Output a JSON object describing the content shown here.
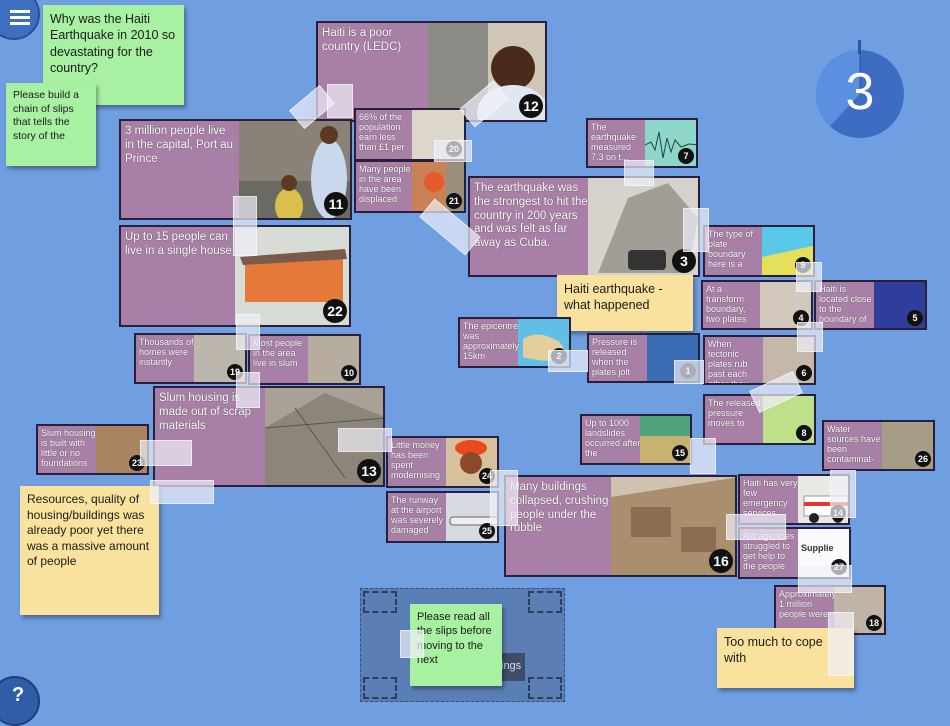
{
  "menu_icon": "hamburger-menu-icon",
  "help_icon": "question-mark-icon",
  "timer": {
    "value": "3",
    "progress_fraction": 0.38
  },
  "notes": {
    "question": "Why was the Haiti Earthquake in 2010 so devastating for the country?",
    "instructions": "Please build a chain of slips that tells the story of the",
    "what_happened": "Haiti earthquake - what happened",
    "resources": "Resources, quality of housing/buildings was already poor yet there was a massive amount of people",
    "too_much": "Too much to cope with",
    "read_all": "Please read all the slips before moving to the next"
  },
  "tray": {
    "label": "ings"
  },
  "slips": {
    "s12": {
      "text": "Haiti is a poor country (LEDC)",
      "num": "12"
    },
    "s11": {
      "text": "3 million people live in the capital, Port au Prince",
      "num": "11"
    },
    "s20": {
      "text": "66% of the population earn less than £1 per",
      "num": "20"
    },
    "s21": {
      "text": "Many people in the area have been displaced",
      "num": "21"
    },
    "s7": {
      "text": "The earthquake measured 7.3 on t...",
      "num": "7"
    },
    "s3": {
      "text": "The earthquake was the strongest to hit the country in 200 years and was felt as far away as Cuba.",
      "num": "3"
    },
    "s22": {
      "text": "Up to 15 people can live in a single house",
      "num": "22"
    },
    "s9": {
      "text": "The type of plate boundary here is a",
      "num": "9"
    },
    "s5": {
      "text": "Haiti is located close to the boundary of",
      "num": "5"
    },
    "s4": {
      "text": "At a transform boundary, two plates",
      "num": "4"
    },
    "s2": {
      "text": "The epicentre was approximately 15km",
      "num": "2"
    },
    "s1": {
      "text": "Pressure is released when the plates jolt",
      "num": "1"
    },
    "s6": {
      "text": "When tectonic plates rub past each other they",
      "num": "6"
    },
    "s19": {
      "text": "Thousands of homes were instantly",
      "num": "19"
    },
    "s10": {
      "text": "Most people in the area live in slum",
      "num": "10"
    },
    "s13": {
      "text": "Slum housing is made out of scrap materials",
      "num": "13"
    },
    "s8": {
      "text": "The released pressure moves to",
      "num": "8"
    },
    "s15": {
      "text": "Up to 1000 landslides occurred after the",
      "num": "15"
    },
    "s26": {
      "text": "Water sources have been contaminat-",
      "num": "26"
    },
    "s23": {
      "text": "Slum housing is built with little or no foundations",
      "num": "23"
    },
    "s24": {
      "text": "Little money has been spent modernising",
      "num": "24"
    },
    "s25": {
      "text": "The runway at the airport was severely damaged",
      "num": "25"
    },
    "s16": {
      "text": "Many buildings collapsed, crushing people under the rubble",
      "num": "16"
    },
    "s14": {
      "text": "Haiti has very few emergency services",
      "num": "14"
    },
    "s27": {
      "text": "Aid agencies struggled to get help to the people",
      "num": "27"
    },
    "s18": {
      "text": "Approximately 1 million people were",
      "num": "18"
    },
    "supplies_label": "Supplie"
  }
}
